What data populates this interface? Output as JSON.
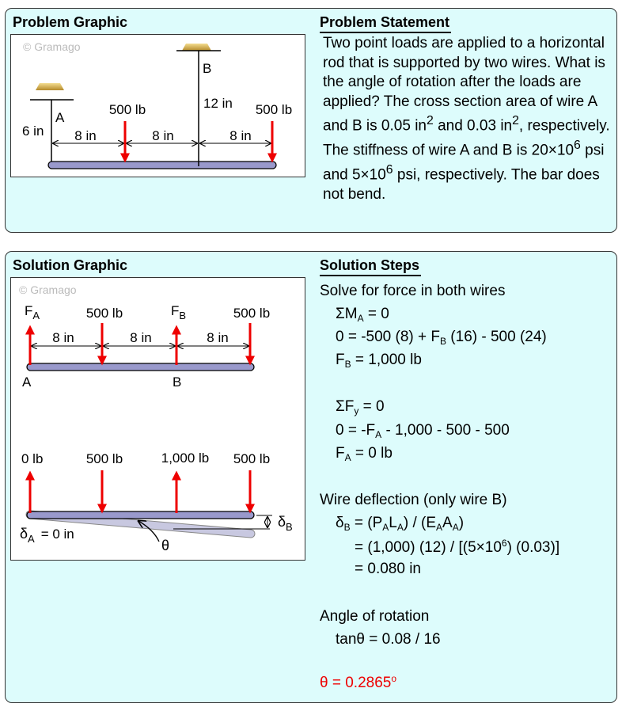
{
  "problem": {
    "graphic_title": "Problem Graphic",
    "statement_title": "Problem Statement",
    "statement": [
      [
        "Two point loads are applied to a horizontal rod that is supported by two wires. What is the angle of rotation after the loads are applied? The cross section area of wire A and B is 0.05 in",
        ""
      ],
      [
        "2",
        "sup"
      ],
      [
        " and 0.03 in",
        ""
      ],
      [
        "2",
        "sup"
      ],
      [
        ", respectively. The stiffness of wire A and B is 20×10",
        ""
      ],
      [
        "6",
        "sup"
      ],
      [
        " psi and 5×10",
        ""
      ],
      [
        "6",
        "sup"
      ],
      [
        " psi, respectively. The bar does not bend.",
        ""
      ]
    ],
    "fig": {
      "copyright": "© Gramago",
      "label_a": "A",
      "label_b": "B",
      "len_a": "6 in",
      "len_b": "12 in",
      "load1": "500 lb",
      "load2": "500 lb",
      "d1": "8 in",
      "d2": "8 in",
      "d3": "8 in"
    }
  },
  "solution": {
    "graphic_title": "Solution Graphic",
    "steps_title": "Solution Steps",
    "fig": {
      "copyright": "© Gramago",
      "fa": "F",
      "fa_sub": "A",
      "fb": "F",
      "fb_sub": "B",
      "load1": "500 lb",
      "load2": "500 lb",
      "d1": "8 in",
      "d2": "8 in",
      "d3": "8 in",
      "label_a": "A",
      "label_b": "B",
      "r0": "0 lb",
      "r1": "500 lb",
      "r2": "1,000 lb",
      "r3": "500 lb",
      "delta_b": "δ",
      "delta_b_sub": "B",
      "delta_a": "δ",
      "delta_a_sub": "A",
      "delta_a_val": "= 0 in",
      "theta": "θ"
    },
    "steps": [
      [
        [
          "Solve for force in both wires",
          ""
        ]
      ],
      [
        [
          "ΣM",
          ""
        ],
        [
          "A",
          "sub"
        ],
        [
          " = 0",
          ""
        ]
      ],
      [
        [
          "0 = -500 (8) + F",
          ""
        ],
        [
          "B",
          "sub"
        ],
        [
          " (16) - 500 (24)",
          ""
        ]
      ],
      [
        [
          "F",
          ""
        ],
        [
          "B",
          "sub"
        ],
        [
          " = 1,000 lb",
          ""
        ]
      ],
      [
        [
          "ΣF",
          ""
        ],
        [
          "y",
          "sub"
        ],
        [
          " = 0",
          ""
        ]
      ],
      [
        [
          "0 = -F",
          ""
        ],
        [
          "A",
          "sub"
        ],
        [
          " - 1,000 - 500 - 500",
          ""
        ]
      ],
      [
        [
          "F",
          ""
        ],
        [
          "A",
          "sub"
        ],
        [
          " = 0 lb",
          ""
        ]
      ],
      [
        [
          "Wire deflection (only wire B)",
          ""
        ]
      ],
      [
        [
          "δ",
          ""
        ],
        [
          "B",
          "sub"
        ],
        [
          " = (P",
          ""
        ],
        [
          "A",
          "sub"
        ],
        [
          "L",
          ""
        ],
        [
          "A",
          "sub"
        ],
        [
          ") / (E",
          ""
        ],
        [
          "A",
          "sub"
        ],
        [
          "A",
          ""
        ],
        [
          "A",
          "sub"
        ],
        [
          ")",
          ""
        ]
      ],
      [
        [
          "= (1,000) (12) / [(5×10",
          ""
        ],
        [
          "6",
          "sup"
        ],
        [
          ") (0.03)]",
          ""
        ]
      ],
      [
        [
          "= 0.080 in",
          ""
        ]
      ],
      [
        [
          "Angle of rotation",
          ""
        ]
      ],
      [
        [
          "tanθ = 0.08 / 16",
          ""
        ]
      ],
      [
        [
          "θ = 0.2865",
          ""
        ],
        [
          "o",
          "sup"
        ]
      ]
    ],
    "result_color": "#ee0000"
  }
}
